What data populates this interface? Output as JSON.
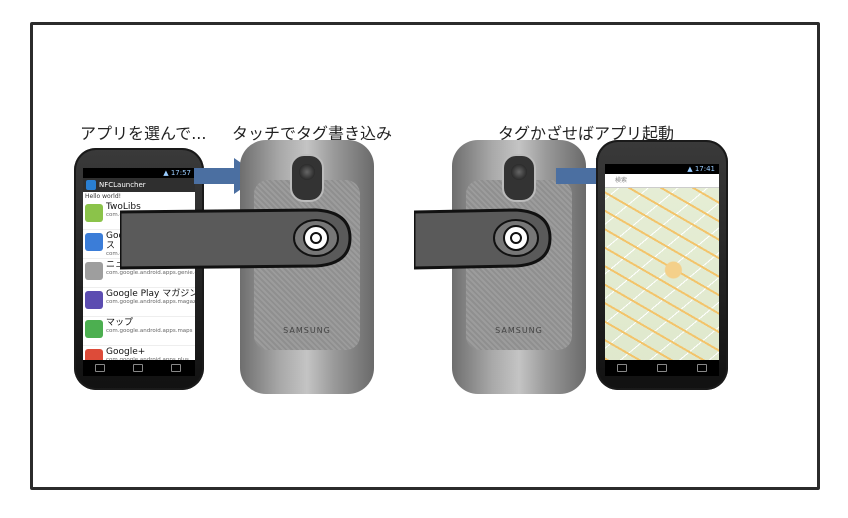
{
  "captions": {
    "step1": "アプリを選んで...",
    "step2": "タッチでタグ書き込み",
    "step3": "タグかざせばアプリ起動"
  },
  "phone1": {
    "app_title": "NFCLauncher",
    "hello": "Hello world!",
    "apps": [
      {
        "name": "TwoLibs",
        "package": "com.example.twolibs",
        "color": "#8bc34a"
      },
      {
        "name": "Google Playブックス",
        "package": "com.google.android.apps.books",
        "color": "#3b7dd8"
      },
      {
        "name": "ニュースと天気",
        "package": "com.google.android.apps.genie.geniewidget",
        "color": "#9e9e9e"
      },
      {
        "name": "Google Play マガジン",
        "package": "com.google.android.apps.magazines",
        "color": "#5c4db1"
      },
      {
        "name": "マップ",
        "package": "com.google.android.apps.maps",
        "color": "#4caf50"
      },
      {
        "name": "Google+",
        "package": "com.google.android.apps.plus",
        "color": "#dd4b39"
      }
    ]
  },
  "phone_back": {
    "brand": "SAMSUNG"
  },
  "phone4": {
    "search_placeholder": "検索"
  },
  "colors": {
    "arrow": "#4b6fa1",
    "frame": "#2b2b2b"
  }
}
